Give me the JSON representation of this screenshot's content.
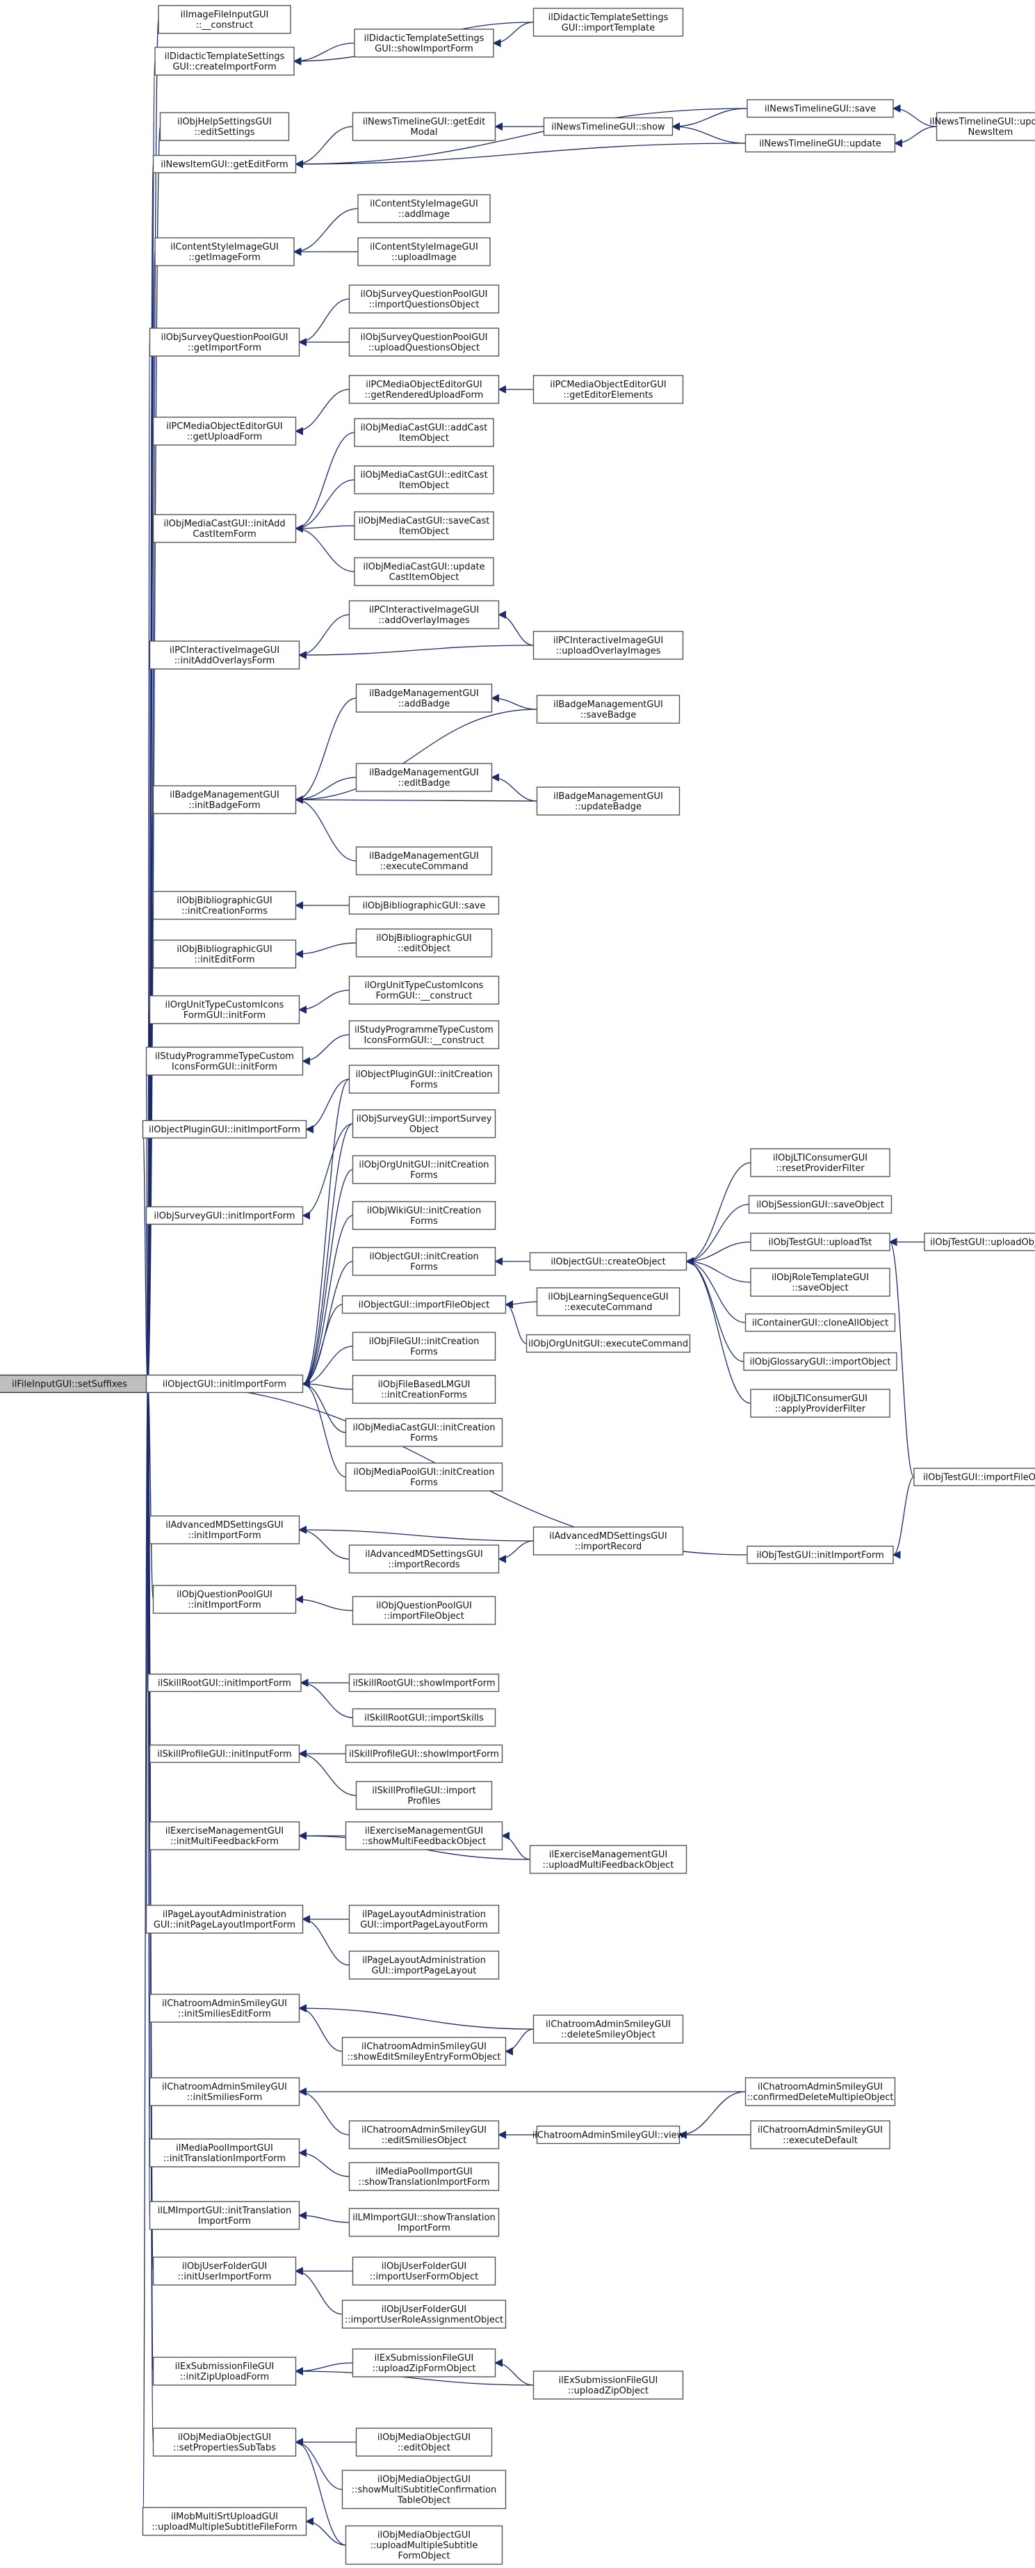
{
  "graph": {
    "root": "ilFileInputGUI::setSuffixes",
    "edge_color": "#1b2a6b",
    "root_fill": "#bfbfbf",
    "nodes": [
      {
        "id": "root",
        "lines": [
          "ilFileInputGUI::setSuffixes"
        ]
      },
      {
        "id": "n1",
        "lines": [
          "ilImageFileInputGUI",
          "::__construct"
        ]
      },
      {
        "id": "n2",
        "lines": [
          "ilDidacticTemplateSettings",
          "GUI::createImportForm"
        ]
      },
      {
        "id": "n3",
        "lines": [
          "ilDidacticTemplateSettings",
          "GUI::showImportForm"
        ]
      },
      {
        "id": "n4",
        "lines": [
          "ilDidacticTemplateSettings",
          "GUI::importTemplate"
        ]
      },
      {
        "id": "n5",
        "lines": [
          "ilObjHelpSettingsGUI",
          "::editSettings"
        ]
      },
      {
        "id": "n6",
        "lines": [
          "ilNewsItemGUI::getEditForm"
        ]
      },
      {
        "id": "n7",
        "lines": [
          "ilNewsTimelineGUI::getEdit",
          "Modal"
        ]
      },
      {
        "id": "n8",
        "lines": [
          "ilNewsTimelineGUI::show"
        ]
      },
      {
        "id": "n9",
        "lines": [
          "ilNewsTimelineGUI::save"
        ]
      },
      {
        "id": "n10",
        "lines": [
          "ilNewsTimelineGUI::update"
        ]
      },
      {
        "id": "n11",
        "lines": [
          "ilNewsTimelineGUI::update",
          "NewsItem"
        ]
      },
      {
        "id": "n12",
        "lines": [
          "ilContentStyleImageGUI",
          "::getImageForm"
        ]
      },
      {
        "id": "n13",
        "lines": [
          "ilContentStyleImageGUI",
          "::addImage"
        ]
      },
      {
        "id": "n14",
        "lines": [
          "ilContentStyleImageGUI",
          "::uploadImage"
        ]
      },
      {
        "id": "n15",
        "lines": [
          "ilObjSurveyQuestionPoolGUI",
          "::getImportForm"
        ]
      },
      {
        "id": "n16",
        "lines": [
          "ilObjSurveyQuestionPoolGUI",
          "::importQuestionsObject"
        ]
      },
      {
        "id": "n17",
        "lines": [
          "ilObjSurveyQuestionPoolGUI",
          "::uploadQuestionsObject"
        ]
      },
      {
        "id": "n18",
        "lines": [
          "ilPCMediaObjectEditorGUI",
          "::getUploadForm"
        ]
      },
      {
        "id": "n19",
        "lines": [
          "ilPCMediaObjectEditorGUI",
          "::getRenderedUploadForm"
        ]
      },
      {
        "id": "n20",
        "lines": [
          "ilPCMediaObjectEditorGUI",
          "::getEditorElements"
        ]
      },
      {
        "id": "n21",
        "lines": [
          "ilObjMediaCastGUI::initAdd",
          "CastItemForm"
        ]
      },
      {
        "id": "n22",
        "lines": [
          "ilObjMediaCastGUI::addCast",
          "ItemObject"
        ]
      },
      {
        "id": "n23",
        "lines": [
          "ilObjMediaCastGUI::editCast",
          "ItemObject"
        ]
      },
      {
        "id": "n24",
        "lines": [
          "ilObjMediaCastGUI::saveCast",
          "ItemObject"
        ]
      },
      {
        "id": "n25",
        "lines": [
          "ilObjMediaCastGUI::update",
          "CastItemObject"
        ]
      },
      {
        "id": "n26",
        "lines": [
          "ilPCInteractiveImageGUI",
          "::initAddOverlaysForm"
        ]
      },
      {
        "id": "n27",
        "lines": [
          "ilPCInteractiveImageGUI",
          "::addOverlayImages"
        ]
      },
      {
        "id": "n28",
        "lines": [
          "ilPCInteractiveImageGUI",
          "::uploadOverlayImages"
        ]
      },
      {
        "id": "n29",
        "lines": [
          "ilBadgeManagementGUI",
          "::initBadgeForm"
        ]
      },
      {
        "id": "n30",
        "lines": [
          "ilBadgeManagementGUI",
          "::addBadge"
        ]
      },
      {
        "id": "n31",
        "lines": [
          "ilBadgeManagementGUI",
          "::saveBadge"
        ]
      },
      {
        "id": "n32",
        "lines": [
          "ilBadgeManagementGUI",
          "::editBadge"
        ]
      },
      {
        "id": "n33",
        "lines": [
          "ilBadgeManagementGUI",
          "::updateBadge"
        ]
      },
      {
        "id": "n34",
        "lines": [
          "ilBadgeManagementGUI",
          "::executeCommand"
        ]
      },
      {
        "id": "n35",
        "lines": [
          "ilObjBibliographicGUI",
          "::initCreationForms"
        ]
      },
      {
        "id": "n36",
        "lines": [
          "ilObjBibliographicGUI::save"
        ]
      },
      {
        "id": "n37",
        "lines": [
          "ilObjBibliographicGUI",
          "::initEditForm"
        ]
      },
      {
        "id": "n38",
        "lines": [
          "ilObjBibliographicGUI",
          "::editObject"
        ]
      },
      {
        "id": "n39",
        "lines": [
          "ilOrgUnitTypeCustomIcons",
          "FormGUI::initForm"
        ]
      },
      {
        "id": "n40",
        "lines": [
          "ilOrgUnitTypeCustomIcons",
          "FormGUI::__construct"
        ]
      },
      {
        "id": "n41",
        "lines": [
          "ilStudyProgrammeTypeCustom",
          "IconsFormGUI::initForm"
        ]
      },
      {
        "id": "n42",
        "lines": [
          "ilStudyProgrammeTypeCustom",
          "IconsFormGUI::__construct"
        ]
      },
      {
        "id": "n43",
        "lines": [
          "ilObjectPluginGUI::initImportForm"
        ]
      },
      {
        "id": "n44",
        "lines": [
          "ilObjectPluginGUI::initCreation",
          "Forms"
        ]
      },
      {
        "id": "n45",
        "lines": [
          "ilObjSurveyGUI::initImportForm"
        ]
      },
      {
        "id": "n46",
        "lines": [
          "ilObjSurveyGUI::importSurvey",
          "Object"
        ]
      },
      {
        "id": "n47",
        "lines": [
          "ilObjectGUI::initImportForm"
        ]
      },
      {
        "id": "n48",
        "lines": [
          "ilObjOrgUnitGUI::initCreation",
          "Forms"
        ]
      },
      {
        "id": "n49",
        "lines": [
          "ilObjWikiGUI::initCreation",
          "Forms"
        ]
      },
      {
        "id": "n50",
        "lines": [
          "ilObjectGUI::initCreation",
          "Forms"
        ]
      },
      {
        "id": "n51",
        "lines": [
          "ilObjectGUI::importFileObject"
        ]
      },
      {
        "id": "n52",
        "lines": [
          "ilObjFileGUI::initCreation",
          "Forms"
        ]
      },
      {
        "id": "n53",
        "lines": [
          "ilObjFileBasedLMGUI",
          "::initCreationForms"
        ]
      },
      {
        "id": "n54",
        "lines": [
          "ilObjMediaCastGUI::initCreation",
          "Forms"
        ]
      },
      {
        "id": "n55",
        "lines": [
          "ilObjMediaPoolGUI::initCreation",
          "Forms"
        ]
      },
      {
        "id": "n56",
        "lines": [
          "ilObjectGUI::createObject"
        ]
      },
      {
        "id": "n57",
        "lines": [
          "ilObjLearningSequenceGUI",
          "::executeCommand"
        ]
      },
      {
        "id": "n58",
        "lines": [
          "ilObjOrgUnitGUI::executeCommand"
        ]
      },
      {
        "id": "n59",
        "lines": [
          "ilObjLTIConsumerGUI",
          "::resetProviderFilter"
        ]
      },
      {
        "id": "n60",
        "lines": [
          "ilObjSessionGUI::saveObject"
        ]
      },
      {
        "id": "n61",
        "lines": [
          "ilObjTestGUI::uploadTst"
        ]
      },
      {
        "id": "n62",
        "lines": [
          "ilObjTestGUI::uploadObject"
        ]
      },
      {
        "id": "n63",
        "lines": [
          "ilObjRoleTemplateGUI",
          "::saveObject"
        ]
      },
      {
        "id": "n64",
        "lines": [
          "ilContainerGUI::cloneAllObject"
        ]
      },
      {
        "id": "n65",
        "lines": [
          "ilObjGlossaryGUI::importObject"
        ]
      },
      {
        "id": "n66",
        "lines": [
          "ilObjLTIConsumerGUI",
          "::applyProviderFilter"
        ]
      },
      {
        "id": "n67",
        "lines": [
          "ilObjTestGUI::importFileObject"
        ]
      },
      {
        "id": "n68",
        "lines": [
          "ilAdvancedMDSettingsGUI",
          "::initImportForm"
        ]
      },
      {
        "id": "n69",
        "lines": [
          "ilAdvancedMDSettingsGUI",
          "::importRecords"
        ]
      },
      {
        "id": "n70",
        "lines": [
          "ilAdvancedMDSettingsGUI",
          "::importRecord"
        ]
      },
      {
        "id": "n71",
        "lines": [
          "ilObjQuestionPoolGUI",
          "::initImportForm"
        ]
      },
      {
        "id": "n72",
        "lines": [
          "ilObjQuestionPoolGUI",
          "::importFileObject"
        ]
      },
      {
        "id": "n73",
        "lines": [
          "ilObjTestGUI::initImportForm"
        ]
      },
      {
        "id": "n74",
        "lines": [
          "ilSkillRootGUI::initImportForm"
        ]
      },
      {
        "id": "n75",
        "lines": [
          "ilSkillRootGUI::showImportForm"
        ]
      },
      {
        "id": "n76",
        "lines": [
          "ilSkillRootGUI::importSkills"
        ]
      },
      {
        "id": "n77",
        "lines": [
          "ilSkillProfileGUI::initInputForm"
        ]
      },
      {
        "id": "n78",
        "lines": [
          "ilSkillProfileGUI::showImportForm"
        ]
      },
      {
        "id": "n79",
        "lines": [
          "ilSkillProfileGUI::import",
          "Profiles"
        ]
      },
      {
        "id": "n80",
        "lines": [
          "ilExerciseManagementGUI",
          "::initMultiFeedbackForm"
        ]
      },
      {
        "id": "n81",
        "lines": [
          "ilExerciseManagementGUI",
          "::showMultiFeedbackObject"
        ]
      },
      {
        "id": "n82",
        "lines": [
          "ilExerciseManagementGUI",
          "::uploadMultiFeedbackObject"
        ]
      },
      {
        "id": "n83",
        "lines": [
          "ilPageLayoutAdministration",
          "GUI::initPageLayoutImportForm"
        ]
      },
      {
        "id": "n84",
        "lines": [
          "ilPageLayoutAdministration",
          "GUI::importPageLayoutForm"
        ]
      },
      {
        "id": "n85",
        "lines": [
          "ilPageLayoutAdministration",
          "GUI::importPageLayout"
        ]
      },
      {
        "id": "n86",
        "lines": [
          "ilChatroomAdminSmileyGUI",
          "::initSmiliesEditForm"
        ]
      },
      {
        "id": "n87",
        "lines": [
          "ilChatroomAdminSmileyGUI",
          "::showEditSmileyEntryFormObject"
        ]
      },
      {
        "id": "n88",
        "lines": [
          "ilChatroomAdminSmileyGUI",
          "::deleteSmileyObject"
        ]
      },
      {
        "id": "n89",
        "lines": [
          "ilChatroomAdminSmileyGUI",
          "::initSmiliesForm"
        ]
      },
      {
        "id": "n90",
        "lines": [
          "ilChatroomAdminSmileyGUI",
          "::confirmedDeleteMultipleObject"
        ]
      },
      {
        "id": "n91",
        "lines": [
          "ilChatroomAdminSmileyGUI",
          "::editSmiliesObject"
        ]
      },
      {
        "id": "n92",
        "lines": [
          "ilChatroomAdminSmileyGUI::view"
        ]
      },
      {
        "id": "n93",
        "lines": [
          "ilChatroomAdminSmileyGUI",
          "::executeDefault"
        ]
      },
      {
        "id": "n94",
        "lines": [
          "ilMediaPoolImportGUI",
          "::initTranslationImportForm"
        ]
      },
      {
        "id": "n95",
        "lines": [
          "ilMediaPoolImportGUI",
          "::showTranslationImportForm"
        ]
      },
      {
        "id": "n96",
        "lines": [
          "ilLMImportGUI::initTranslation",
          "ImportForm"
        ]
      },
      {
        "id": "n97",
        "lines": [
          "ilLMImportGUI::showTranslation",
          "ImportForm"
        ]
      },
      {
        "id": "n98",
        "lines": [
          "ilObjUserFolderGUI",
          "::initUserImportForm"
        ]
      },
      {
        "id": "n99",
        "lines": [
          "ilObjUserFolderGUI",
          "::importUserFormObject"
        ]
      },
      {
        "id": "n100",
        "lines": [
          "ilObjUserFolderGUI",
          "::importUserRoleAssignmentObject"
        ]
      },
      {
        "id": "n101",
        "lines": [
          "ilExSubmissionFileGUI",
          "::initZipUploadForm"
        ]
      },
      {
        "id": "n102",
        "lines": [
          "ilExSubmissionFileGUI",
          "::uploadZipFormObject"
        ]
      },
      {
        "id": "n103",
        "lines": [
          "ilExSubmissionFileGUI",
          "::uploadZipObject"
        ]
      },
      {
        "id": "n104",
        "lines": [
          "ilObjMediaObjectGUI",
          "::setPropertiesSubTabs"
        ]
      },
      {
        "id": "n105",
        "lines": [
          "ilObjMediaObjectGUI",
          "::editObject"
        ]
      },
      {
        "id": "n106",
        "lines": [
          "ilObjMediaObjectGUI",
          "::showMultiSubtitleConfirmation",
          "TableObject"
        ]
      },
      {
        "id": "n107",
        "lines": [
          "ilObjMediaObjectGUI",
          "::uploadMultipleSubtitle",
          "FormObject"
        ]
      },
      {
        "id": "n108",
        "lines": [
          "ilMobMultiSrtUploadGUI",
          "::uploadMultipleSubtitleFileForm"
        ]
      }
    ]
  }
}
